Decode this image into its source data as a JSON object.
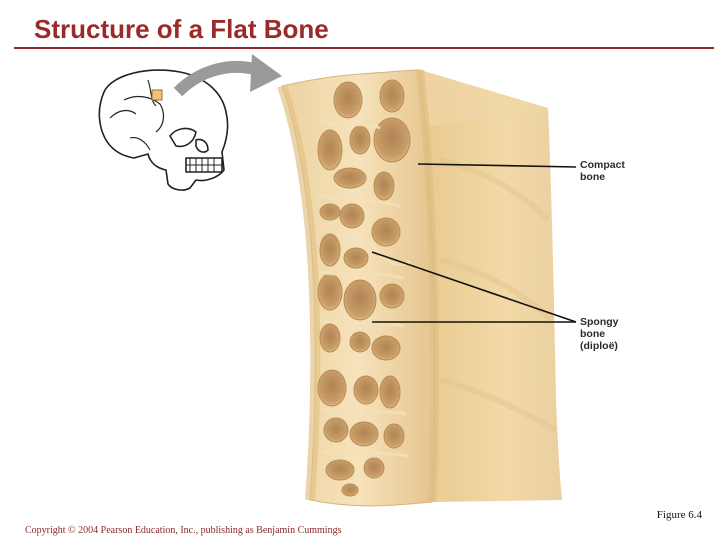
{
  "slide": {
    "title": "Structure of a Flat Bone",
    "figure_number": "Figure 6.4",
    "copyright": "Copyright © 2004 Pearson Education, Inc., publishing as Benjamin Cummings"
  },
  "labels": {
    "compact_bone": [
      "Compact",
      "bone"
    ],
    "spongy_bone": [
      "Spongy",
      "bone",
      "(diploë)"
    ]
  },
  "colors": {
    "title": "#9b2a2a",
    "bone_light": "#f3dcb0",
    "bone_mid": "#e7c489",
    "bone_dark": "#c9a065",
    "cavity": "#a0794a",
    "arrow": "#9a9a9a",
    "skull_marker": "#f0c27a"
  },
  "icons": [
    "skull-illustration",
    "curved-arrow-icon"
  ]
}
